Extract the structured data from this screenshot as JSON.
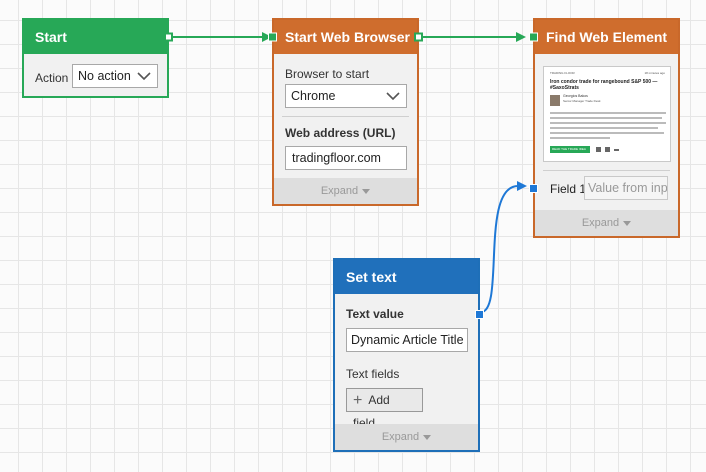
{
  "colors": {
    "green": "#27a857",
    "orange": "#cf6d2d",
    "blue": "#2070bb",
    "wire_blue": "#1e78d6"
  },
  "start_node": {
    "title": "Start",
    "action_label": "Action",
    "action_value": "No action"
  },
  "browser_node": {
    "title": "Start Web Browser",
    "browser_label": "Browser to start",
    "browser_value": "Chrome",
    "address_label": "Web address (URL)",
    "address_value": "tradingfloor.com",
    "expand_label": "Expand"
  },
  "find_node": {
    "title": "Find Web Element",
    "field_label": "Field 1",
    "field_placeholder": "Value from input",
    "expand_label": "Expand",
    "preview": {
      "kicker": "TRADING FLOOR",
      "time": "18 minutes ago",
      "headline": "Iron condor trade for rangebound S&P 500 — #SaxoStrats",
      "author": "Georgios Bakos",
      "author_role": "Senior Manager Trade Desk",
      "cta": "READ THE TRADE IDEA"
    }
  },
  "settext_node": {
    "title": "Set text",
    "text_value_label": "Text value",
    "text_value": "Dynamic Article Title",
    "text_fields_label": "Text fields",
    "add_field_label": "Add field",
    "expand_label": "Expand"
  }
}
